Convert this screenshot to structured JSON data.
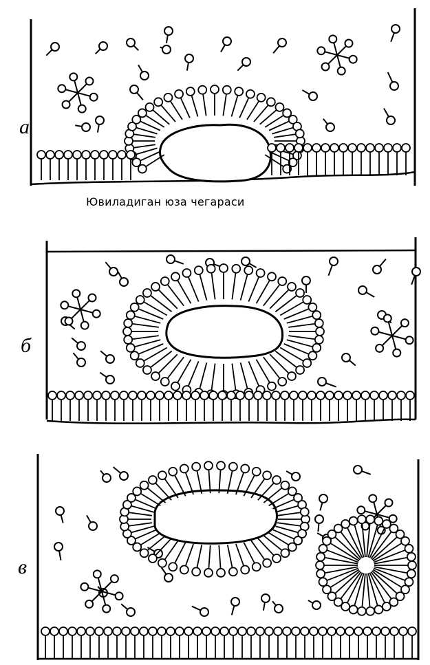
{
  "panels": [
    {
      "id": "a",
      "label": "а"
    },
    {
      "id": "b",
      "label": "б"
    },
    {
      "id": "c",
      "label": "в"
    }
  ],
  "caption": "Ювиладиган юза чегараси"
}
